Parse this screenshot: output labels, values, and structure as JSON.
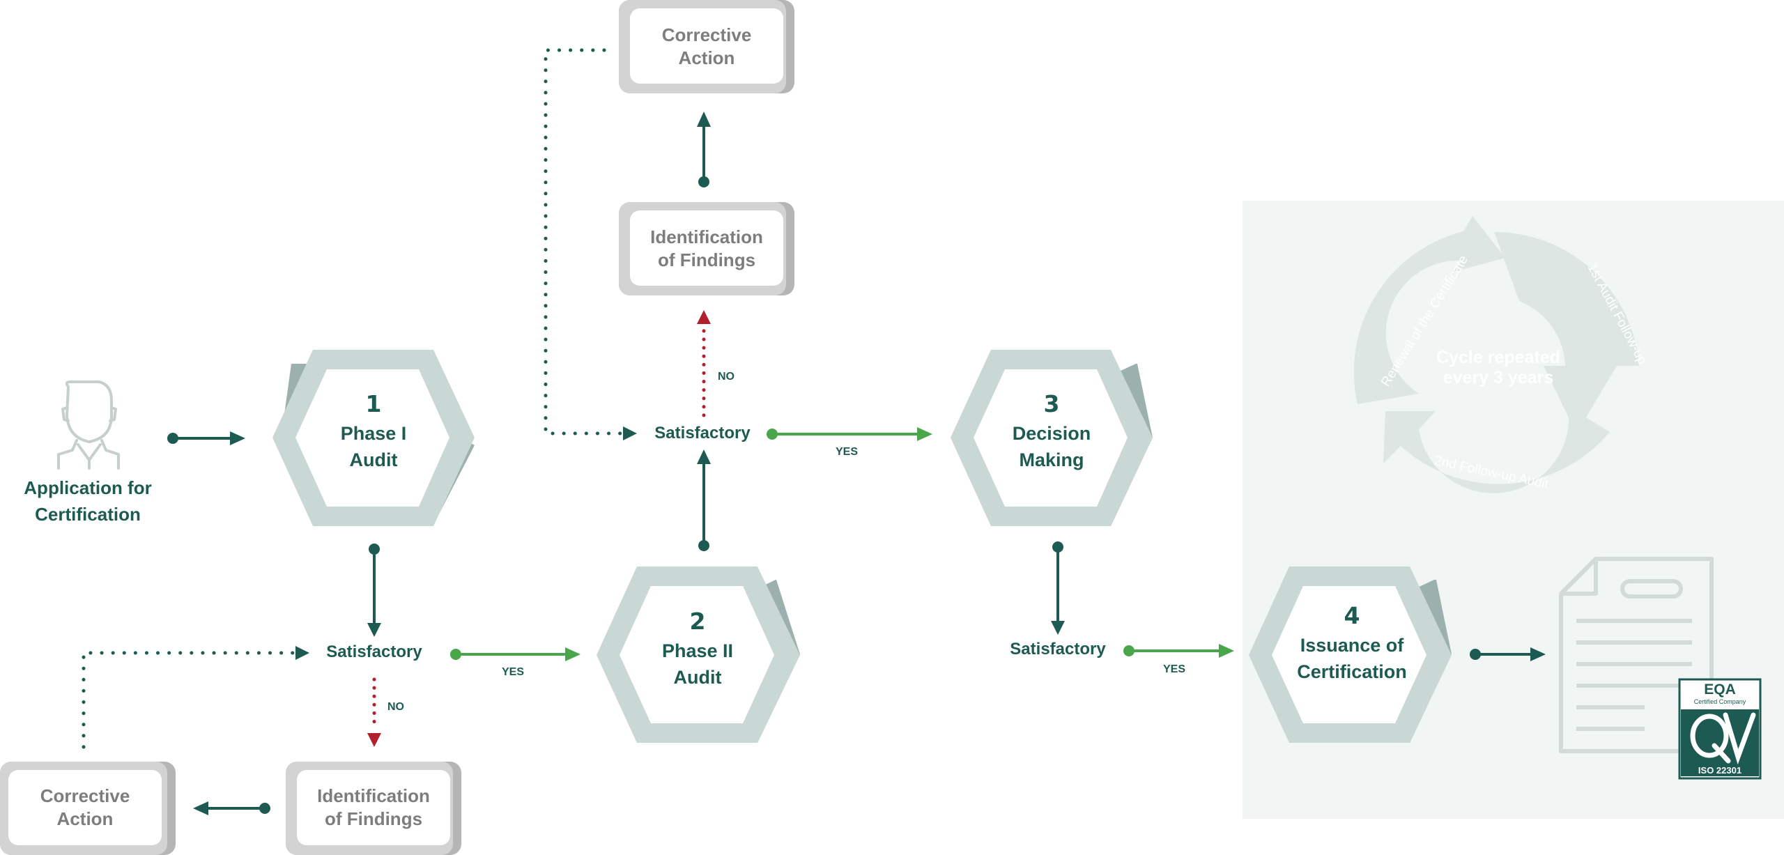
{
  "app_label": {
    "line1": "Application for",
    "line2": "Certification"
  },
  "phases": [
    {
      "number": "1",
      "line1": "Phase I",
      "line2": "Audit"
    },
    {
      "number": "2",
      "line1": "Phase II",
      "line2": "Audit"
    },
    {
      "number": "3",
      "line1": "Decision",
      "line2": "Making"
    },
    {
      "number": "4",
      "line1": "Issuance of",
      "line2": "Certification"
    }
  ],
  "boxes": {
    "top_corrective": {
      "line1": "Corrective",
      "line2": "Action"
    },
    "top_findings": {
      "line1": "Identification",
      "line2": "of Findings"
    },
    "bottom_findings": {
      "line1": "Identification",
      "line2": "of Findings"
    },
    "bottom_corrective": {
      "line1": "Corrective",
      "line2": "Action"
    }
  },
  "decisions": {
    "satisfactory_1": "Satisfactory",
    "satisfactory_2": "Satisfactory",
    "satisfactory_3": "Satisfactory",
    "yes_1": "YES",
    "yes_2": "YES",
    "yes_3": "YES",
    "no_1": "NO",
    "no_2": "NO"
  },
  "cycle": {
    "center_line1": "Cycle repeated",
    "center_line2": "every 3 years",
    "arc_1": "Renewal of the Certificate",
    "arc_2": "1st Audit Follow-up",
    "arc_3": "2nd Follow-up Audit"
  },
  "badge": {
    "brand": "EQA",
    "subtitle": "Certified Company",
    "logo": "QV",
    "standard": "ISO 22301"
  },
  "colors": {
    "dark_teal": "#1d5a52",
    "green": "#4aa64a",
    "red": "#b0202e",
    "hex_light": "#c9d8d4",
    "hex_shadow": "#9cb1ad",
    "box_light": "#d3d3d3",
    "box_shadow": "#b5b5b5",
    "panel_bg": "#f1f5f3",
    "cycle_gray": "#dde6e3",
    "doc_gray": "#d2dbd8"
  }
}
